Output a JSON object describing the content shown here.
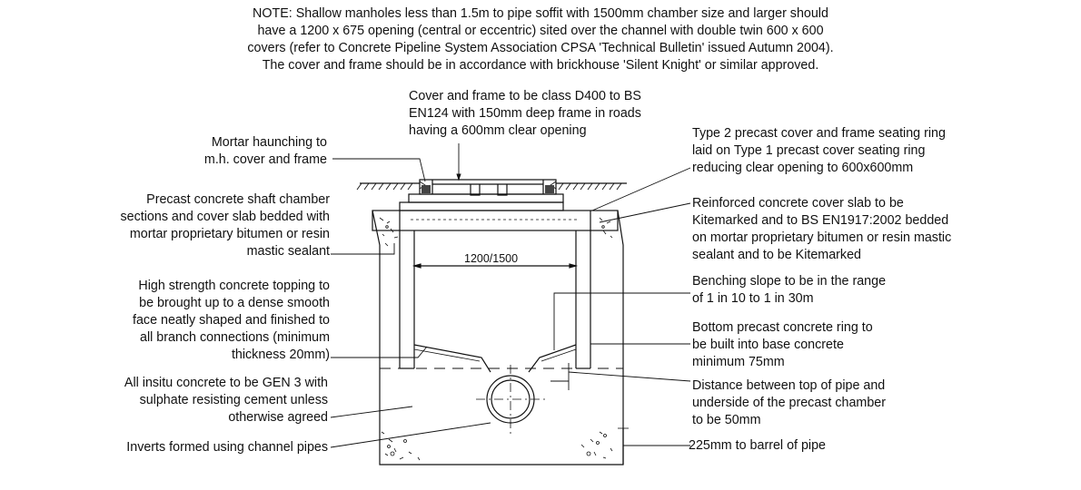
{
  "note": {
    "lines": [
      "NOTE:   Shallow manholes less than 1.5m to pipe soffit with 1500mm chamber size and larger should",
      "have a 1200 x 675 opening (central or eccentric) sited over the channel with double twin 600 x 600",
      "covers (refer to Concrete Pipeline System Association CPSA 'Technical Bulletin' issued Autumn 2004).",
      "The cover and frame should be in accordance with brickhouse 'Silent Knight' or similar approved."
    ]
  },
  "labels": {
    "cover_frame": [
      "Cover and frame to be class D400 to BS",
      "EN124 with 150mm deep frame in roads",
      "having a 600mm clear opening"
    ],
    "mortar_haunching": [
      "Mortar haunching to",
      "m.h. cover and frame"
    ],
    "precast_shaft": [
      "Precast concrete shaft chamber",
      "sections and cover slab bedded with",
      "mortar proprietary bitumen or resin",
      "mastic sealant"
    ],
    "high_strength": [
      "High strength concrete topping to",
      "be brought up to a dense smooth",
      "face neatly shaped and finished to",
      "all branch connections (minimum",
      "thickness 20mm)"
    ],
    "insitu": [
      "All insitu concrete to be GEN 3 with",
      "sulphate resisting cement unless",
      "otherwise agreed"
    ],
    "inverts": [
      "Inverts formed using channel pipes"
    ],
    "type2_ring": [
      "Type 2 precast cover and frame seating ring",
      "laid on Type 1 precast cover seating ring",
      "reducing clear opening to 600x600mm"
    ],
    "reinforced_slab": [
      "Reinforced concrete cover slab to be",
      "Kitemarked and to BS EN1917:2002 bedded",
      "on mortar proprietary bitumen or resin mastic",
      "sealant and to be Kitemarked"
    ],
    "benching": [
      "Benching slope to be in the range",
      "of 1 in 10 to 1 in 30m"
    ],
    "bottom_ring": [
      "Bottom precast concrete ring to",
      "be built into base concrete",
      "minimum 75mm"
    ],
    "distance_pipe": [
      "Distance between top of pipe and",
      "underside of the precast chamber",
      "to be 50mm"
    ],
    "barrel": [
      "225mm to barrel of pipe"
    ]
  },
  "dimension": "1200/1500"
}
